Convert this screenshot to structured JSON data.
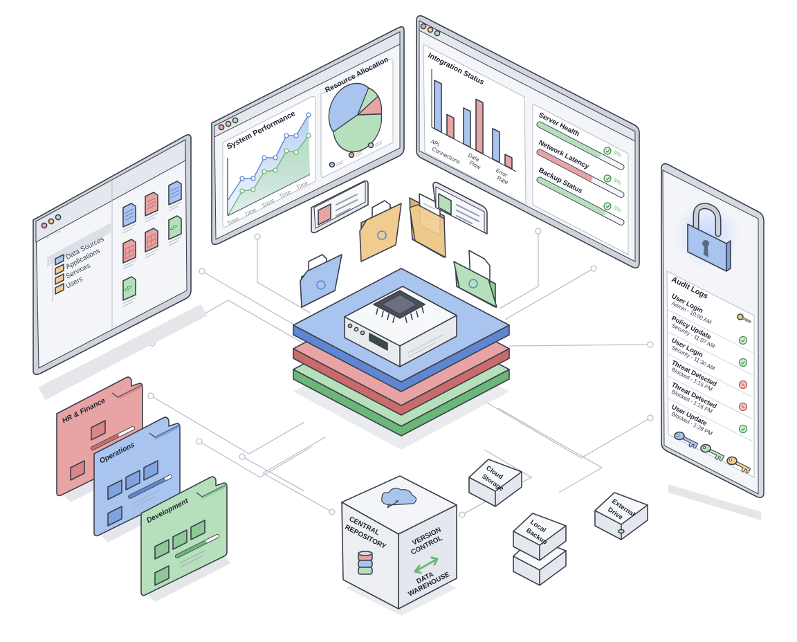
{
  "colors": {
    "blue": "#a9c4ee",
    "blue_dark": "#5f86d1",
    "red": "#e8a4a4",
    "red_dark": "#c96b6b",
    "green": "#b5e0bb",
    "green_dark": "#6bb778",
    "yellow": "#f1cc8f",
    "yellow_dark": "#c99a4e",
    "outline": "#3a3f4b",
    "connector": "#b9bfca",
    "panel": "#f4f5f8"
  },
  "file_browser": {
    "window_controls": [
      "close",
      "minimize",
      "maximize"
    ],
    "nav": {
      "back_icon": "arrow-left-icon",
      "forward_icon": "arrow-right-icon"
    },
    "tree": [
      {
        "label": "Data Sources",
        "icon": "folder-icon",
        "color": "blue",
        "selected": true
      },
      {
        "label": "Applications",
        "icon": "folder-icon",
        "color": "yellow"
      },
      {
        "label": "Services",
        "icon": "folder-icon",
        "color": "yellow"
      },
      {
        "label": "Users",
        "icon": "folder-icon",
        "color": "yellow"
      }
    ],
    "files": [
      {
        "type": "document",
        "color": "blue"
      },
      {
        "type": "document",
        "color": "red"
      },
      {
        "type": "document",
        "color": "blue"
      },
      {
        "type": "spreadsheet",
        "color": "red"
      },
      {
        "type": "spreadsheet",
        "color": "red"
      },
      {
        "type": "code",
        "color": "green"
      },
      {
        "type": "code",
        "color": "green"
      }
    ]
  },
  "performance_window": {
    "window_controls": [
      "close",
      "minimize",
      "maximize"
    ],
    "system_performance": {
      "title": "System Performance",
      "x_labels": [
        "Time",
        "Time",
        "Store",
        "Time",
        "Time"
      ]
    },
    "resource_allocation": {
      "title": "Resource Allocation",
      "legend": [
        {
          "color": "blue"
        },
        {
          "color": "red"
        },
        {
          "color": "green"
        }
      ]
    }
  },
  "integration_window": {
    "window_controls": [
      "close",
      "minimize",
      "maximize"
    ],
    "integration_status": {
      "title": "Integration Status",
      "groups": [
        "API Connections",
        "Data Flow",
        "Error Rate"
      ]
    },
    "health": [
      {
        "label": "Server Health",
        "value_text": "9%",
        "status": "ok",
        "color": "green",
        "fill": 0.72
      },
      {
        "label": "Network Latency",
        "value_text": "6%",
        "status": "ok",
        "color": "red",
        "fill": 0.62
      },
      {
        "label": "Backup Status",
        "value_text": "3%",
        "status": "ok",
        "color": "green",
        "fill": 0.78
      }
    ]
  },
  "security_panel": {
    "icon": "padlock-icon",
    "audit_title": "Audit Logs",
    "logs": [
      {
        "title": "User Login",
        "detail": "Admin - 10:00 AM",
        "status": "key",
        "color": "yellow"
      },
      {
        "title": "Policy Update",
        "detail": "Security - 11:07 AM",
        "status": "ok",
        "color": "green"
      },
      {
        "title": "User Login",
        "detail": "Security - 11:30 AM",
        "status": "ok",
        "color": "green"
      },
      {
        "title": "Threat Detected",
        "detail": "Blocked - 1:15 PM",
        "status": "blocked",
        "color": "red"
      },
      {
        "title": "Threat Detected",
        "detail": "Blocked - 1:16 PM",
        "status": "blocked",
        "color": "red"
      },
      {
        "title": "User Update",
        "detail": "Blocked - 1:28 PM",
        "status": "ok",
        "color": "green"
      }
    ],
    "keys": [
      {
        "color": "blue"
      },
      {
        "color": "green"
      },
      {
        "color": "yellow"
      }
    ]
  },
  "departments": [
    {
      "label": "HR & Finance",
      "color": "red",
      "progress": 0.62
    },
    {
      "label": "Operations",
      "color": "blue",
      "progress": 0.85
    },
    {
      "label": "Development",
      "color": "green",
      "progress": 0.7
    }
  ],
  "hub": {
    "layers": [
      "blue",
      "red",
      "green"
    ],
    "device_icon": "cpu-chip-icon",
    "floating_items": [
      {
        "type": "card",
        "accent": "red"
      },
      {
        "type": "folder-gear",
        "color": "yellow"
      },
      {
        "type": "folder-doc",
        "color": "yellow"
      },
      {
        "type": "card",
        "accent": "green"
      },
      {
        "type": "folder-gear",
        "color": "blue"
      },
      {
        "type": "folder-gear",
        "color": "green"
      }
    ]
  },
  "repository_cube": {
    "left_face": [
      "CENTRAL",
      "REPOSITORY"
    ],
    "right_face_top": [
      "VERSION",
      "CONTROL"
    ],
    "right_face_bottom": [
      "DATA",
      "WAREHOUSE"
    ],
    "top_icon": "cloud-sync-icon"
  },
  "storage": [
    {
      "label": [
        "Cloud",
        "Storage"
      ]
    },
    {
      "label": [
        "Local",
        "Backup"
      ],
      "stacked": true
    },
    {
      "label": [
        "External",
        "Drive"
      ],
      "led": true
    }
  ]
}
